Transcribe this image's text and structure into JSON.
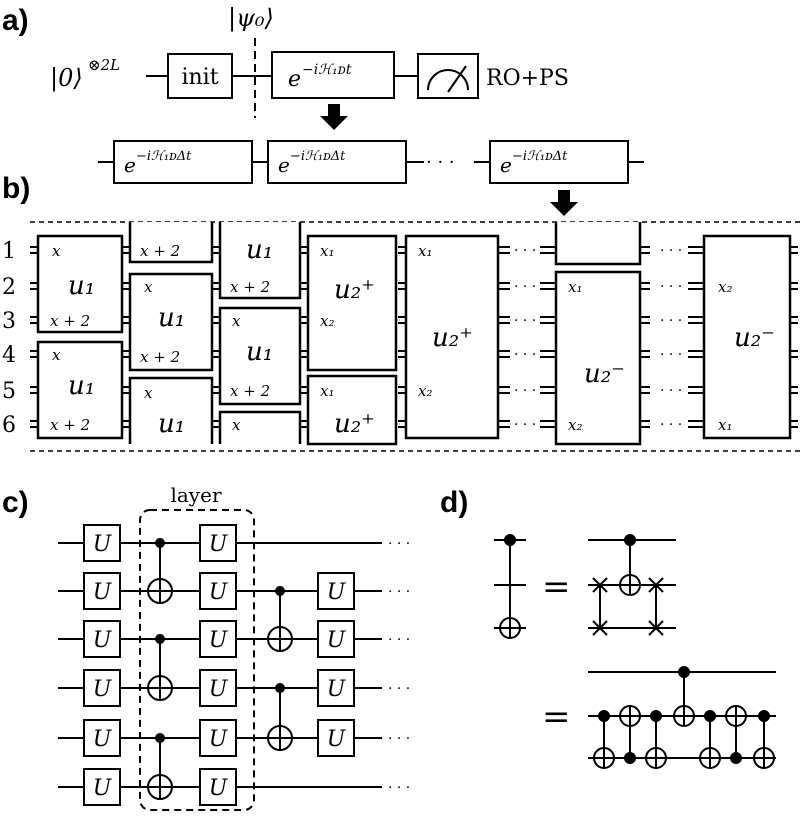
{
  "panels": {
    "a": "a)",
    "b": "b)",
    "c": "c)",
    "d": "d)"
  },
  "panel_a": {
    "psi0": "|ψ₀⟩",
    "ket0": "|0⟩",
    "ket0_power": "⊗2L",
    "init": "init",
    "evolution": "e",
    "evolution_exp": "−iℋ₁ᴅt",
    "readout": "RO+PS",
    "step": "e",
    "step_exp": "−iℋ₁ᴅΔt",
    "ellipsis": "· · ·"
  },
  "panel_b": {
    "row_labels": [
      "1",
      "2",
      "3",
      "4",
      "5",
      "6"
    ],
    "u1": "u₁",
    "u2p": "u₂⁺",
    "u2m": "u₂⁻",
    "x": "x",
    "x2": "x + 2",
    "xa": "x₁",
    "xb": "x₂",
    "dots": "· · ·"
  },
  "panel_c": {
    "layer": "layer",
    "gate": "U",
    "dots": "· · ·"
  },
  "panel_d": {
    "equals": "="
  }
}
